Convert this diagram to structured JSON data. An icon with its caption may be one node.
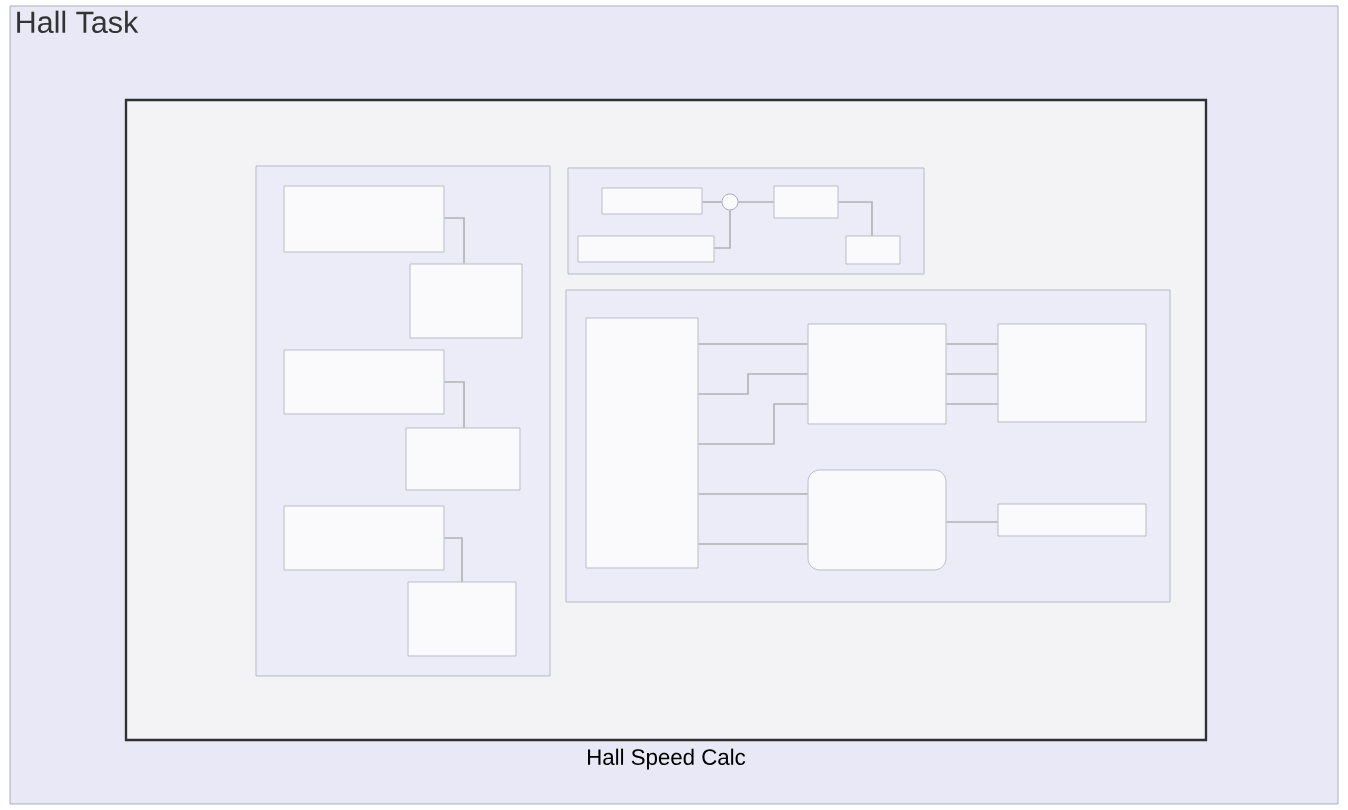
{
  "diagram": {
    "nodes": [
      {
        "text": [
          "Hall Task"
        ]
      },
      {
        "text": [
          "Hall Speed Calc"
        ],
        "in": 0
      },
      {
        "text": [],
        "shape": "box",
        "in": 1
      },
      {
        "text": [],
        "shape": "box",
        "in": 2
      },
      {
        "text": [],
        "shape": "box",
        "in": 2
      },
      {
        "text": [],
        "shape": "box",
        "in": 2
      },
      {
        "text": [],
        "shape": "box",
        "in": 2
      },
      {
        "text": [],
        "shape": "box",
        "in": 2
      },
      {
        "text": [],
        "shape": "box",
        "in": 2
      },
      {
        "text": [],
        "shape": "box",
        "in": 1
      },
      {
        "text": [],
        "shape": "box",
        "in": 9
      },
      {
        "text": [],
        "shape": "circle",
        "in": 9
      },
      {
        "text": [],
        "shape": "box",
        "in": 9
      },
      {
        "text": [],
        "shape": "box",
        "in": 9
      },
      {
        "text": [],
        "shape": "box",
        "in": 9
      },
      {
        "text": [],
        "shape": "box",
        "in": 1
      },
      {
        "text": [],
        "shape": "box",
        "in": 15
      },
      {
        "text": [],
        "shape": "box",
        "in": 15
      },
      {
        "text": [],
        "shape": "box",
        "in": 15
      },
      {
        "text": [],
        "shape": "box",
        "in": 15
      },
      {
        "text": [],
        "shape": "box",
        "in": 15
      }
    ],
    "edges": [
      {
        "from": 3,
        "to": 4,
        "arrow": "none"
      },
      {
        "from": 5,
        "to": 6,
        "arrow": "none"
      },
      {
        "from": 7,
        "to": 8,
        "arrow": "none"
      },
      {
        "from": 10,
        "to": 11,
        "arrow": "none"
      },
      {
        "from": 13,
        "to": 11,
        "arrow": "none"
      },
      {
        "from": 11,
        "to": 12,
        "arrow": "none"
      },
      {
        "from": 12,
        "to": 14,
        "arrow": "none"
      },
      {
        "from": 16,
        "to": 17,
        "arrow": "none"
      },
      {
        "from": 16,
        "to": 17,
        "arrow": "none"
      },
      {
        "from": 16,
        "to": 17,
        "arrow": "none"
      },
      {
        "from": 17,
        "to": 18,
        "arrow": "none"
      },
      {
        "from": 17,
        "to": 18,
        "arrow": "none"
      },
      {
        "from": 17,
        "to": 18,
        "arrow": "none"
      },
      {
        "from": 16,
        "to": 19,
        "arrow": "none"
      },
      {
        "from": 16,
        "to": 19,
        "arrow": "none"
      },
      {
        "from": 19,
        "to": 20,
        "arrow": "none"
      }
    ]
  }
}
